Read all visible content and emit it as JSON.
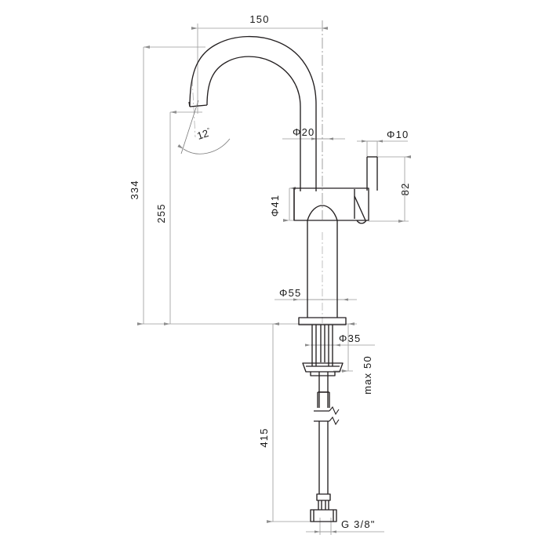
{
  "drawing": {
    "title": "Single lever mixer tap – dimensioned side elevation",
    "units": "mm",
    "line_color": "#231f20",
    "dim_line_color": "#8a8a8a",
    "background": "#ffffff"
  },
  "dimensions": {
    "spout_reach": "150",
    "overall_height": "334",
    "spout_outlet_height": "255",
    "spout_tube_dia": "Φ20",
    "lever_stem_dia": "Φ10",
    "body_dia": "Φ41",
    "lever_height": "82",
    "base_dia": "Φ55",
    "shank_dia": "Φ35",
    "max_counter_thickness": "max 50",
    "hose_length": "415",
    "outlet_angle": "12",
    "outlet_angle_unit": "°",
    "thread_size": "G 3/8\""
  },
  "labels": [
    {
      "name": "dim-150",
      "value": "150"
    },
    {
      "name": "dim-334",
      "value": "334"
    },
    {
      "name": "dim-255",
      "value": "255"
    },
    {
      "name": "dim-dia-20",
      "value": "Φ20"
    },
    {
      "name": "dim-dia-10",
      "value": "Φ10"
    },
    {
      "name": "dim-dia-41",
      "value": "Φ41"
    },
    {
      "name": "dim-82",
      "value": "82"
    },
    {
      "name": "dim-dia-55",
      "value": "Φ55"
    },
    {
      "name": "dim-dia-35",
      "value": "Φ35"
    },
    {
      "name": "dim-max-50",
      "value": "max 50"
    },
    {
      "name": "dim-415",
      "value": "415"
    },
    {
      "name": "dim-angle-12",
      "value": "12"
    },
    {
      "name": "dim-thread",
      "value": "G 3/8\""
    }
  ]
}
